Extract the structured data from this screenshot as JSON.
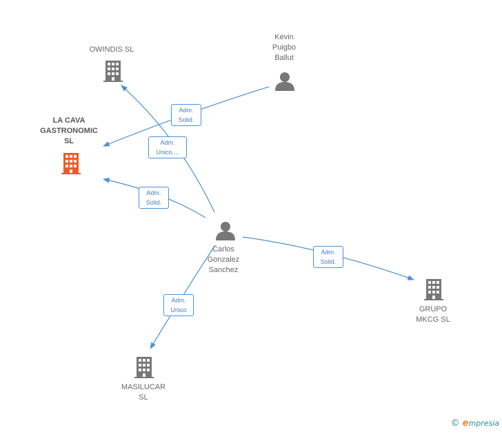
{
  "nodes": {
    "owindis": {
      "label": "OWINDIS  SL",
      "type": "company"
    },
    "lacava": {
      "label": "LA CAVA\nGASTRONOMIC\nSL",
      "type": "company-highlight"
    },
    "kevin": {
      "label": "Kevin\nPuigbo\nBallut",
      "type": "person"
    },
    "carlos": {
      "label": "Carlos\nGonzalez\nSanchez",
      "type": "person"
    },
    "grupo": {
      "label": "GRUPO\nMKCG  SL",
      "type": "company"
    },
    "masilucar": {
      "label": "MASILUCAR\nSL",
      "type": "company"
    }
  },
  "edges": {
    "kevin_lacava": "Adm.\nSolid.",
    "carlos_owindis": "Adm.\nUnico,...",
    "carlos_lacava": "Adm.\nSolid.",
    "carlos_grupo": "Adm.\nSolid.",
    "carlos_masilucar": "Adm.\nUnico"
  },
  "colors": {
    "edge": "#4a90d9",
    "company": "#777777",
    "highlight": "#f05a2a",
    "person": "#777777"
  },
  "watermark": {
    "copyright": "©",
    "brand_e": "e",
    "brand_rest": "mpresia"
  }
}
